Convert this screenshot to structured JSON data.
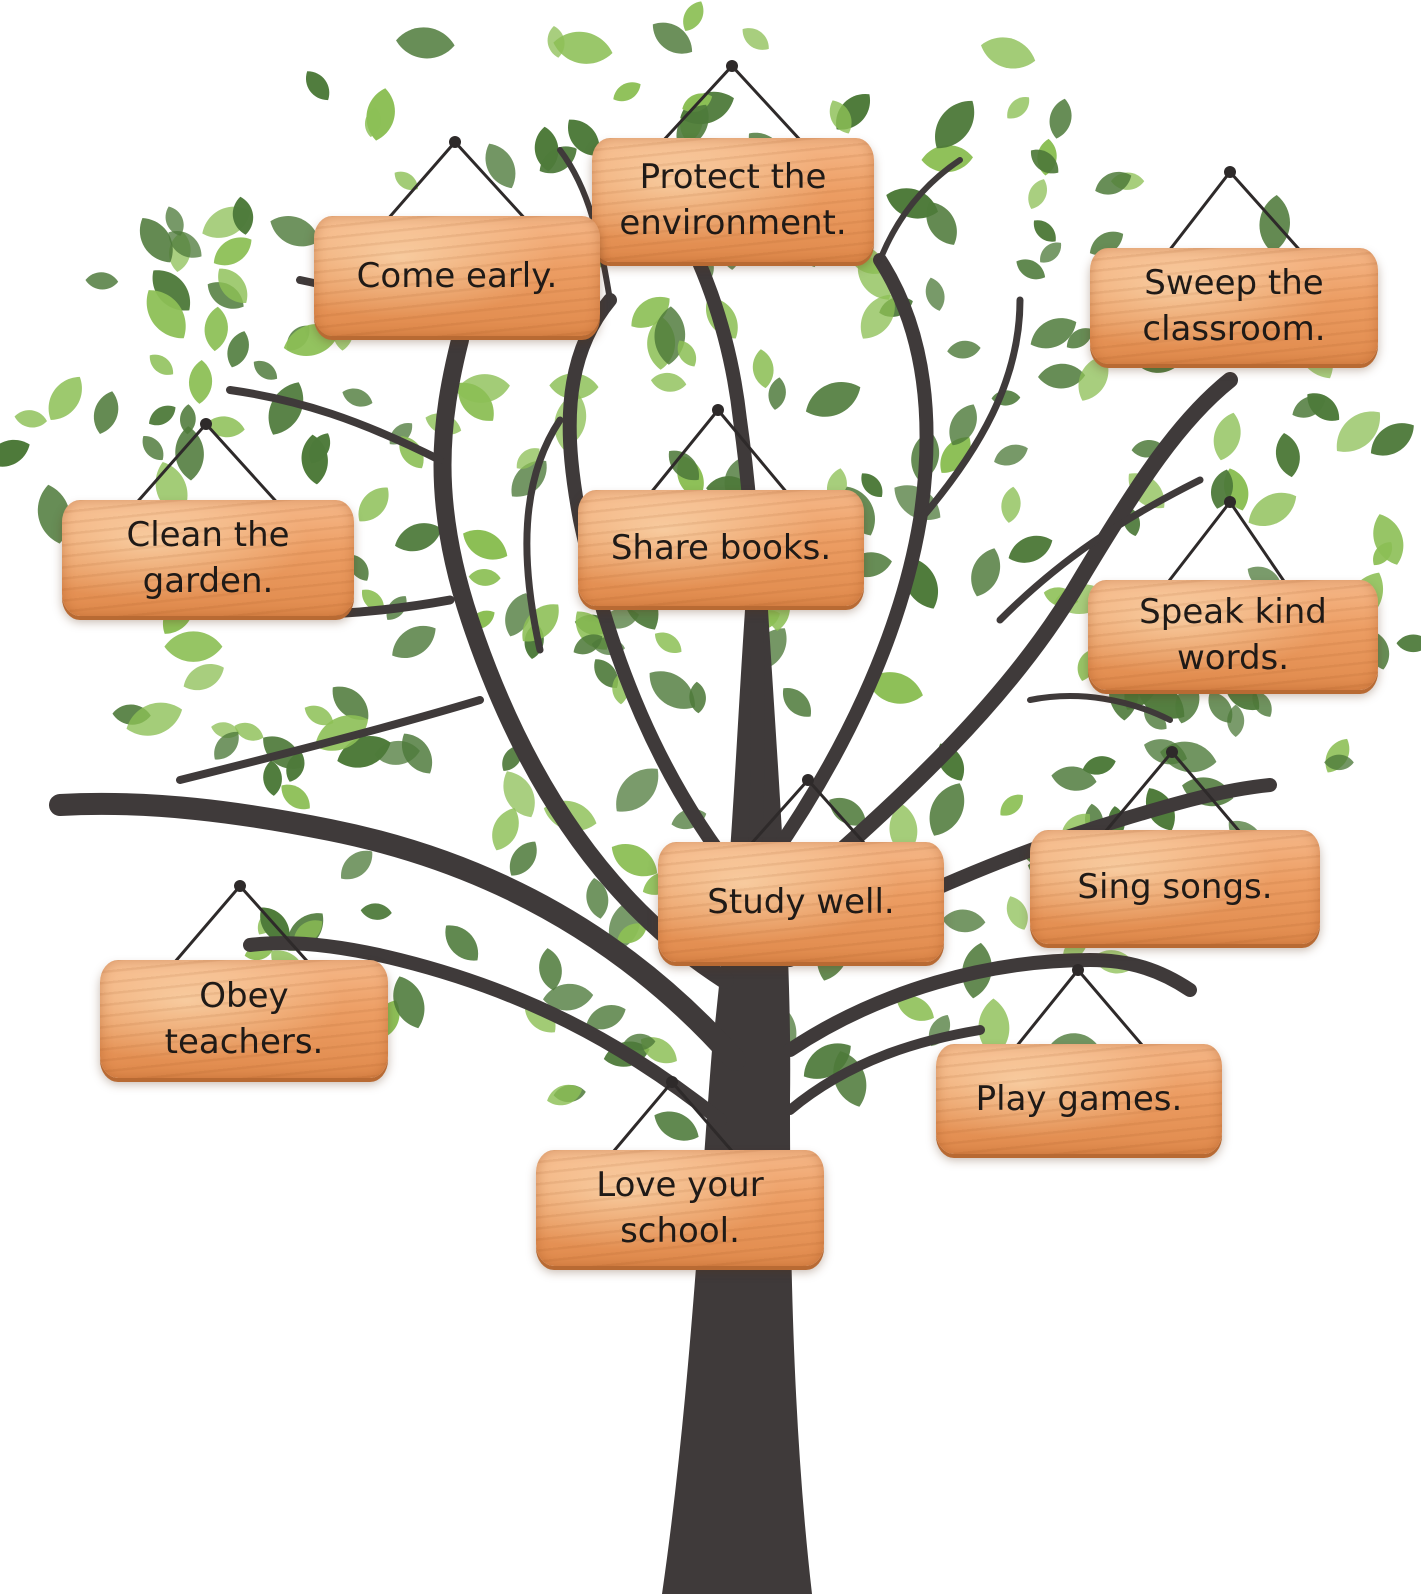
{
  "signs": [
    {
      "text": "Protect the\nenvironment."
    },
    {
      "text": "Come early."
    },
    {
      "text": "Sweep the\nclassroom."
    },
    {
      "text": "Clean the\ngarden."
    },
    {
      "text": "Share books."
    },
    {
      "text": "Speak kind\nwords."
    },
    {
      "text": "Study well."
    },
    {
      "text": "Sing songs."
    },
    {
      "text": "Obey\nteachers."
    },
    {
      "text": "Play games."
    },
    {
      "text": "Love your\nschool."
    }
  ],
  "colors": {
    "trunk": "#3f3a3a",
    "leaf_dark": "#4e7a3a",
    "leaf_light": "#8cbf55",
    "sign_wood": "#ec9d63",
    "sign_text": "#1f1a17"
  }
}
